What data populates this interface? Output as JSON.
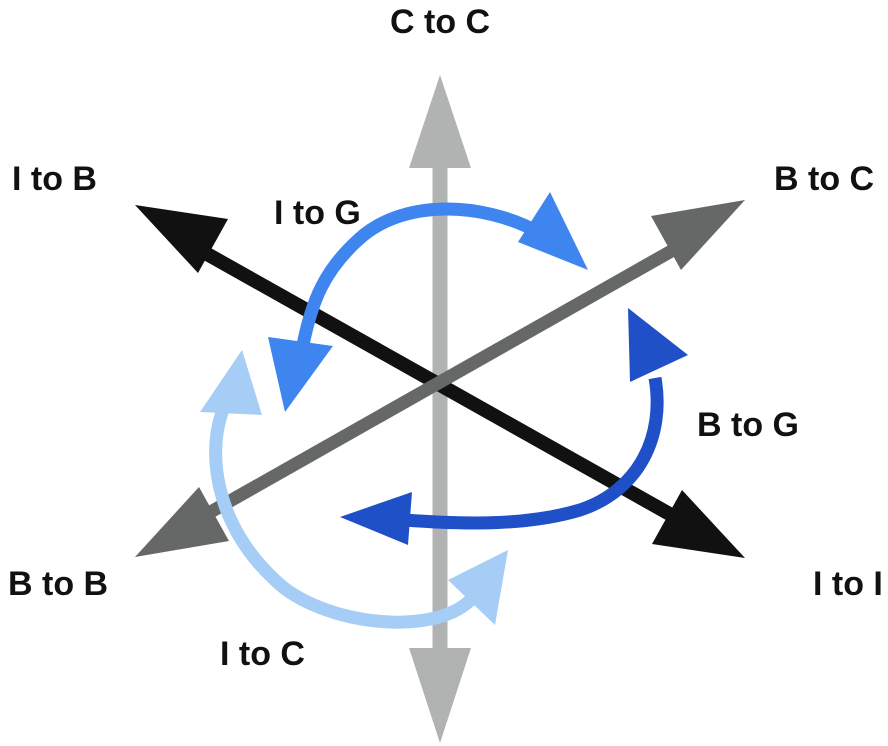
{
  "labels": {
    "c_to_c": "C to C",
    "i_to_b": "I to B",
    "i_to_g": "I to G",
    "b_to_c": "B to C",
    "b_to_g": "B to G",
    "b_to_b": "B to B",
    "i_to_i": "I to I",
    "i_to_c": "I to C"
  },
  "colors": {
    "vertical_axis": "#b0b3b1",
    "diagonal_black": "#111111",
    "diagonal_gray": "#666868",
    "arc_i_to_g": "#3f85f0",
    "arc_b_to_g": "#2050c8",
    "arc_i_to_c": "#a6cdf5",
    "background": "#ffffff"
  }
}
